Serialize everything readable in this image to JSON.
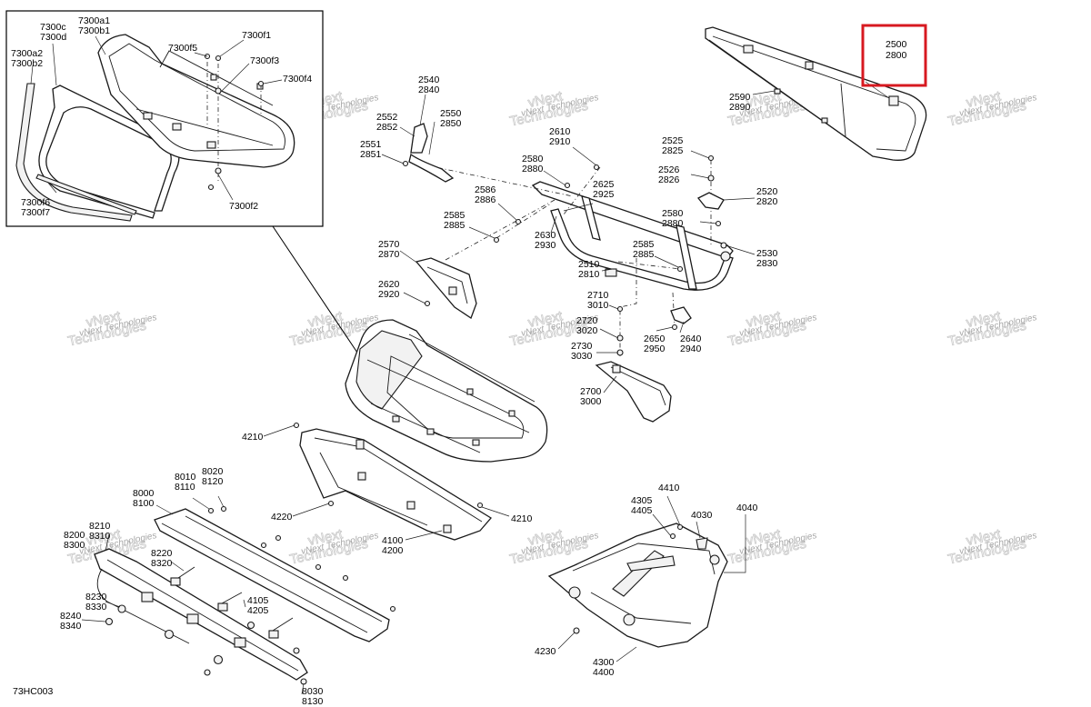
{
  "labels": [
    {
      "id": "l01",
      "lines": [
        "7300c",
        "7300d"
      ]
    },
    {
      "id": "l02",
      "lines": [
        "7300a1",
        "7300b1"
      ]
    },
    {
      "id": "l03",
      "lines": [
        "7300a2",
        "7300b2"
      ]
    },
    {
      "id": "l04",
      "lines": [
        "7300f5"
      ]
    },
    {
      "id": "l05",
      "lines": [
        "7300f1"
      ]
    },
    {
      "id": "l06",
      "lines": [
        "7300f3"
      ]
    },
    {
      "id": "l07",
      "lines": [
        "7300f4"
      ]
    },
    {
      "id": "l08",
      "lines": [
        "7300f6",
        "7300f7"
      ]
    },
    {
      "id": "l09",
      "lines": [
        "7300f2"
      ]
    },
    {
      "id": "l10",
      "lines": [
        "2540",
        "2840"
      ]
    },
    {
      "id": "l11",
      "lines": [
        "2552",
        "2852"
      ]
    },
    {
      "id": "l12",
      "lines": [
        "2550",
        "2850"
      ]
    },
    {
      "id": "l13",
      "lines": [
        "2551",
        "2851"
      ]
    },
    {
      "id": "l14",
      "lines": [
        "2610",
        "2910"
      ]
    },
    {
      "id": "l15",
      "lines": [
        "2580",
        "2880"
      ]
    },
    {
      "id": "l16",
      "lines": [
        "2586",
        "2886"
      ]
    },
    {
      "id": "l17",
      "lines": [
        "2625",
        "2925"
      ]
    },
    {
      "id": "l18",
      "lines": [
        "2585",
        "2885"
      ]
    },
    {
      "id": "l19",
      "lines": [
        "2630",
        "2930"
      ]
    },
    {
      "id": "l20",
      "lines": [
        "2570",
        "2870"
      ]
    },
    {
      "id": "l21",
      "lines": [
        "2620",
        "2920"
      ]
    },
    {
      "id": "l22",
      "lines": [
        "2510",
        "2810"
      ]
    },
    {
      "id": "l23",
      "lines": [
        "2585",
        "2885"
      ]
    },
    {
      "id": "l24",
      "lines": [
        "2710",
        "3010"
      ]
    },
    {
      "id": "l25",
      "lines": [
        "2720",
        "3020"
      ]
    },
    {
      "id": "l26",
      "lines": [
        "2730",
        "3030"
      ]
    },
    {
      "id": "l27",
      "lines": [
        "2700",
        "3000"
      ]
    },
    {
      "id": "l28",
      "lines": [
        "2650",
        "2950"
      ]
    },
    {
      "id": "l29",
      "lines": [
        "2640",
        "2940"
      ]
    },
    {
      "id": "l30",
      "lines": [
        "2525",
        "2825"
      ]
    },
    {
      "id": "l31",
      "lines": [
        "2526",
        "2826"
      ]
    },
    {
      "id": "l32",
      "lines": [
        "2520",
        "2820"
      ]
    },
    {
      "id": "l33",
      "lines": [
        "2580",
        "2880"
      ]
    },
    {
      "id": "l34",
      "lines": [
        "2530",
        "2830"
      ]
    },
    {
      "id": "l35",
      "lines": [
        "2590",
        "2890"
      ]
    },
    {
      "id": "l36",
      "lines": [
        "2500",
        "2800"
      ]
    },
    {
      "id": "l37",
      "lines": [
        "4210"
      ]
    },
    {
      "id": "l38",
      "lines": [
        "4220"
      ]
    },
    {
      "id": "l39",
      "lines": [
        "4210"
      ]
    },
    {
      "id": "l40",
      "lines": [
        "4100",
        "4200"
      ]
    },
    {
      "id": "l41",
      "lines": [
        "8010",
        "8110"
      ]
    },
    {
      "id": "l42",
      "lines": [
        "8020",
        "8120"
      ]
    },
    {
      "id": "l43",
      "lines": [
        "8000",
        "8100"
      ]
    },
    {
      "id": "l44",
      "lines": [
        "8210",
        "8310"
      ]
    },
    {
      "id": "l45",
      "lines": [
        "8200",
        "8300"
      ]
    },
    {
      "id": "l46",
      "lines": [
        "8220",
        "8320"
      ]
    },
    {
      "id": "l47",
      "lines": [
        "4105",
        "4205"
      ]
    },
    {
      "id": "l48",
      "lines": [
        "8230",
        "8330"
      ]
    },
    {
      "id": "l49",
      "lines": [
        "8240",
        "8340"
      ]
    },
    {
      "id": "l50",
      "lines": [
        "8030",
        "8130"
      ]
    },
    {
      "id": "l51",
      "lines": [
        "4410"
      ]
    },
    {
      "id": "l52",
      "lines": [
        "4305",
        "4405"
      ]
    },
    {
      "id": "l53",
      "lines": [
        "4030"
      ]
    },
    {
      "id": "l54",
      "lines": [
        "4040"
      ]
    },
    {
      "id": "l55",
      "lines": [
        "4230"
      ]
    },
    {
      "id": "l56",
      "lines": [
        "4300",
        "4400"
      ]
    }
  ],
  "diagram_code": "73HC003",
  "watermark_text": "vNext Technologies",
  "highlight_color": "#d71920"
}
